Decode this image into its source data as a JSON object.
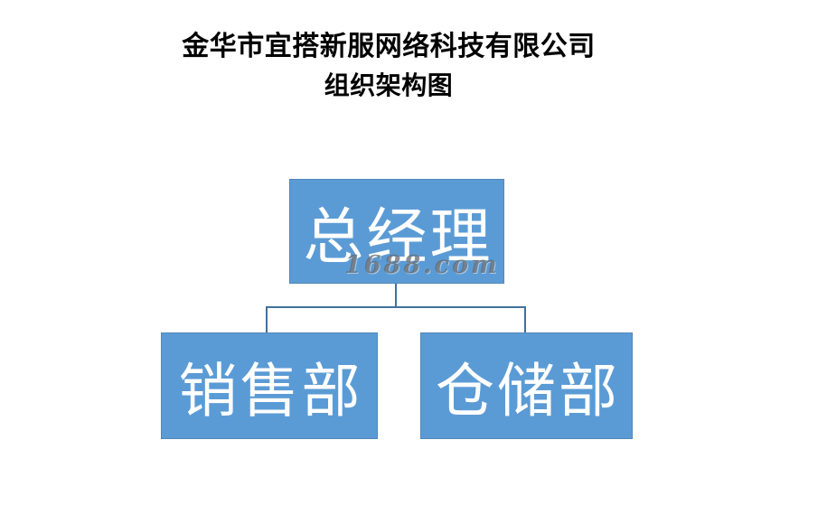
{
  "title": {
    "company": "金华市宜搭新服网络科技有限公司",
    "subtitle": "组织架构图"
  },
  "nodes": {
    "top": {
      "label": "总经理"
    },
    "left": {
      "label": "销售部"
    },
    "right": {
      "label": "仓储部"
    }
  },
  "watermark": {
    "text": "1688.com"
  },
  "colors": {
    "node_fill": "#5B9BD5",
    "node_text": "#FFFFFF",
    "connector": "#41719C",
    "title_text": "#000000",
    "watermark_text": "#5F6469",
    "background": "#FFFFFF"
  }
}
